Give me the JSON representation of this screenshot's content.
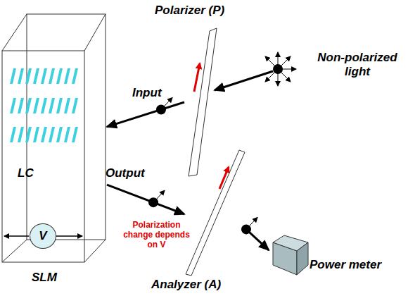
{
  "diagram": {
    "nodes": [
      {
        "text": [
          "LC",
          "SLM"
        ]
      },
      {
        "text": [
          "V"
        ],
        "in": 0
      },
      {
        "text": [
          "Polarizer (P)"
        ]
      },
      {
        "text": [
          "Analyzer (A)"
        ]
      },
      {
        "text": [
          "Power meter"
        ]
      }
    ],
    "edges": [
      {
        "from": 2,
        "to": 0,
        "arrow": "to",
        "label": "Input"
      },
      {
        "from": 0,
        "to": 3,
        "arrow": "to",
        "label": "Output"
      },
      {
        "from": 3,
        "to": 4,
        "arrow": "to"
      }
    ],
    "labels": [
      "Non-polarized light",
      "Polarization change depends on V"
    ]
  }
}
